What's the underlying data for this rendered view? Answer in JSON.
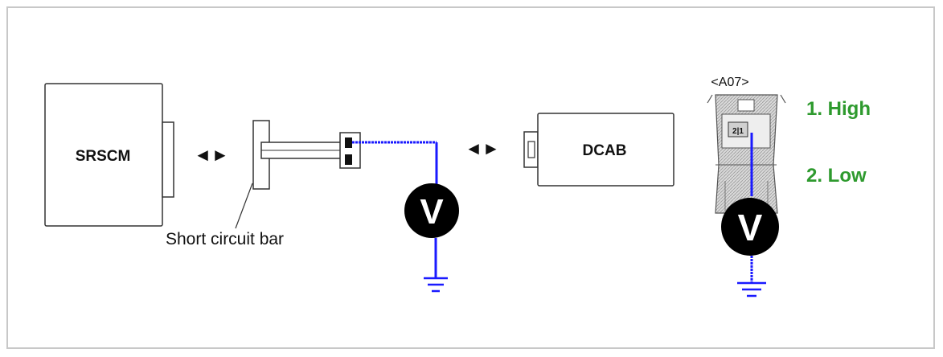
{
  "labels": {
    "srscm": "SRSCM",
    "dcab": "DCAB",
    "short_circuit_bar": "Short circuit bar",
    "connector": "<A07>",
    "pin_numbers": "2|1",
    "meter_symbol": "V",
    "direction_arrows": "◄►"
  },
  "steps": [
    "1. High",
    "2. Low"
  ],
  "colors": {
    "wire": "#1a1aff",
    "steps_text": "#2e9a2e",
    "outline": "#333333",
    "fill": "#ffffff",
    "meter": "#000000"
  }
}
